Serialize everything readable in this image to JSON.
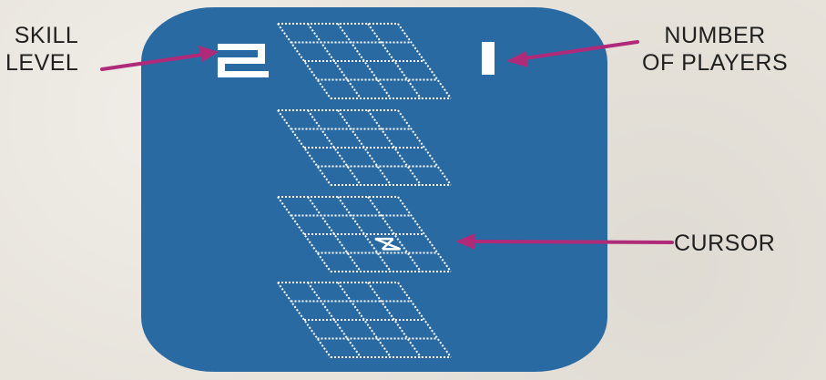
{
  "callouts": {
    "skill_level": [
      "SKILL",
      "LEVEL"
    ],
    "number_of_players": [
      "NUMBER",
      "OF PLAYERS"
    ],
    "cursor": "CURSOR"
  },
  "game": {
    "skill_level_value": "2",
    "players_value": "1",
    "boards": 4,
    "grid_size": "4x4",
    "cursor_board": 3,
    "cursor_row": 3,
    "cursor_col": 3
  },
  "colors": {
    "screen": "#2a6aa2",
    "grid": "#ffffff",
    "arrow": "#b02a7a",
    "background": "#e8e4dc",
    "text": "#1f1f1f"
  }
}
